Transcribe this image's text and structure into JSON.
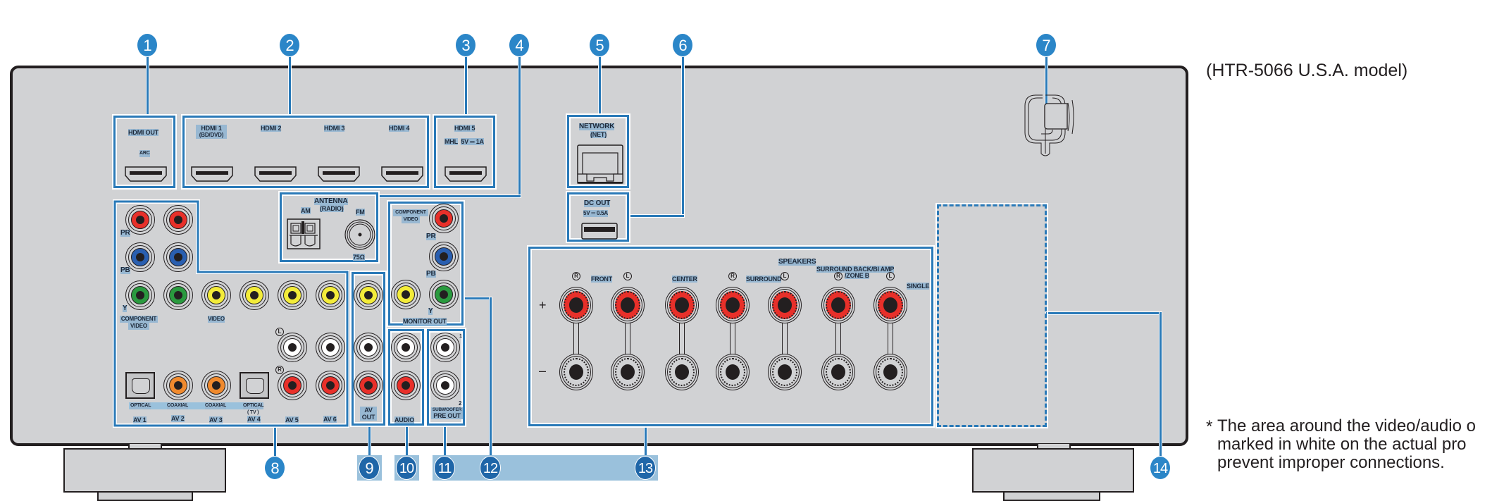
{
  "model_caption": "(HTR-5066 U.S.A. model)",
  "footnote": {
    "marker": "*",
    "lines": [
      "The area around the video/audio o",
      "marked in white on the actual pro",
      "prevent improper connections."
    ]
  },
  "callouts": [
    "1",
    "2",
    "3",
    "4",
    "5",
    "6",
    "7",
    "8",
    "9",
    "10",
    "11",
    "12",
    "13",
    "14"
  ],
  "hdmi_out": {
    "title_a": "HDMI",
    "title_b": "OUT",
    "sub": "ARC"
  },
  "hdmi_in": [
    {
      "title": "HDMI 1",
      "sub": "(BD/DVD)"
    },
    {
      "title": "HDMI 2",
      "sub": ""
    },
    {
      "title": "HDMI 3",
      "sub": ""
    },
    {
      "title": "HDMI 4",
      "sub": ""
    }
  ],
  "hdmi5": {
    "title": "HDMI 5",
    "sub_a": "MHL",
    "sub_b": "5V ═ 1A"
  },
  "antenna": {
    "title": "ANTENNA",
    "sub": "(RADIO)",
    "am": "AM",
    "fm": "FM",
    "impedance": "75Ω"
  },
  "network": {
    "title": "NETWORK",
    "sub": "(NET)"
  },
  "dc_out": {
    "title": "DC OUT",
    "sub": "5V ═ 0.5A"
  },
  "av_inputs": {
    "component_label_a": "COMPONENT",
    "component_label_b": "VIDEO",
    "video_label": "VIDEO",
    "pr": "PR",
    "pb": "PB",
    "y": "Y",
    "left": "L",
    "right": "R",
    "digital": [
      "OPTICAL",
      "COAXIAL",
      "COAXIAL",
      "OPTICAL"
    ],
    "tv": "( TV )",
    "inputs": [
      "AV 1",
      "AV 2",
      "AV 3",
      "AV 4",
      "AV 5",
      "AV 6"
    ]
  },
  "av_out": {
    "label_a": "AV",
    "label_b": "OUT"
  },
  "monitor_out": {
    "comp_a": "COMPONENT",
    "comp_b": "VIDEO",
    "pr": "PR",
    "pb": "PB",
    "y": "Y",
    "label": "MONITOR OUT"
  },
  "audio": {
    "label": "AUDIO"
  },
  "subwoofer": {
    "n1": "1",
    "n2": "2",
    "label_a": "SUBWOOFER",
    "label_b": "PRE OUT"
  },
  "speakers": {
    "title": "SPEAKERS",
    "front": "FRONT",
    "center": "CENTER",
    "surround": "SURROUND",
    "surround_back_a": "SURROUND BACK/BI AMP",
    "surround_back_b": "/ZONE B",
    "single": "SINGLE",
    "r": "R",
    "l": "L",
    "plus": "+",
    "minus": "–"
  },
  "colors": {
    "panel": "#d1d2d4",
    "callout": "#2b86c8",
    "callout_line": "#2a7ab8",
    "jack_red": "#e8302a",
    "jack_blue": "#2a5fb0",
    "jack_green": "#2a9a3f",
    "jack_yellow": "#f3ec3a",
    "jack_orange": "#f08a2e",
    "jack_white": "#ffffff"
  }
}
